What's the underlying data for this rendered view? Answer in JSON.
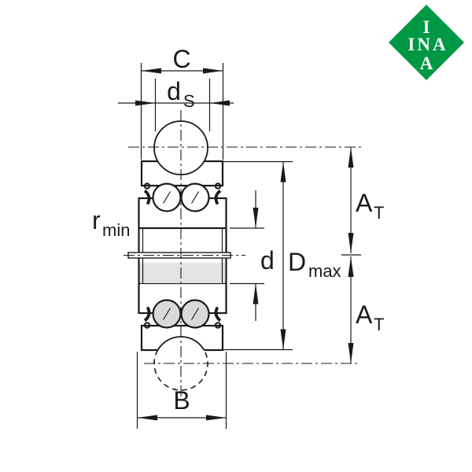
{
  "drawing": {
    "labels": {
      "c": {
        "text": "C"
      },
      "ds": {
        "main": "d",
        "sub": "S"
      },
      "rmin": {
        "main": "r",
        "sub": "min"
      },
      "d_bore": {
        "text": "d"
      },
      "dmax": {
        "main": "D",
        "sub": "max"
      },
      "at_top": {
        "main": "A",
        "sub": "T"
      },
      "at_bottom": {
        "main": "A",
        "sub": "T"
      },
      "b": {
        "text": "B"
      }
    }
  },
  "logo": {
    "row_top": "I",
    "row_middle": "INA",
    "row_bottom": "A",
    "color": "#009845"
  },
  "colors": {
    "line": "#1a1a1a",
    "section_shade": "#cdcdcd",
    "ball_shade": "#d9d9d9",
    "bore_shade": "#e3e3e3",
    "background": "#ffffff"
  }
}
